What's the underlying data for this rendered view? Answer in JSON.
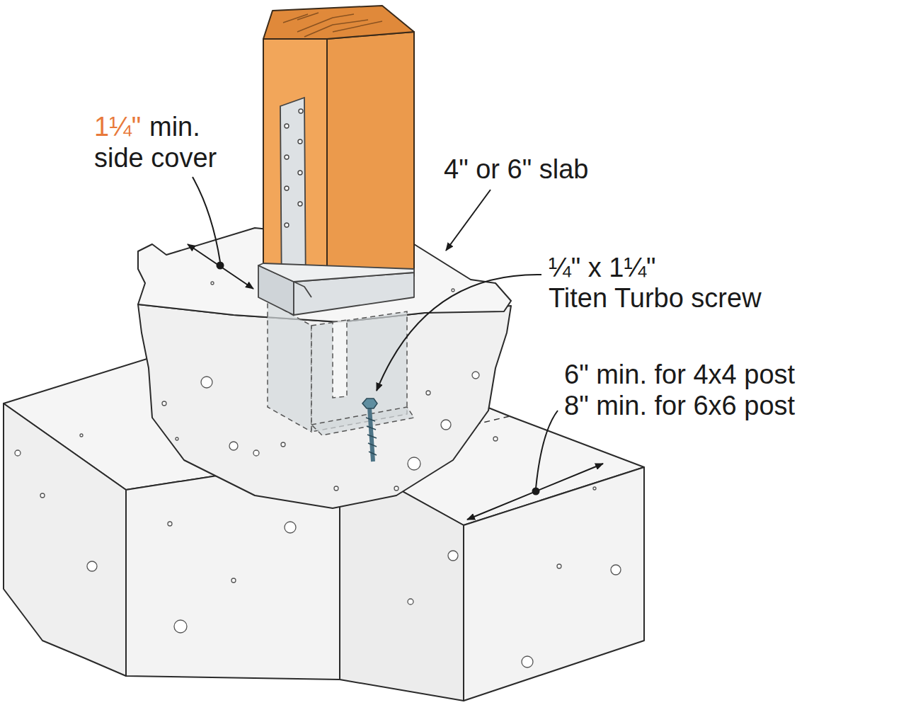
{
  "diagram": {
    "labels": [
      "1¼\"",
      "min. side cover",
      "4\" or 6\" slab",
      "¼\" x 1¼\"",
      "Titen Turbo screw",
      "6\" min. for 4x4 post 8\" min. for 6x6 post"
    ]
  }
}
